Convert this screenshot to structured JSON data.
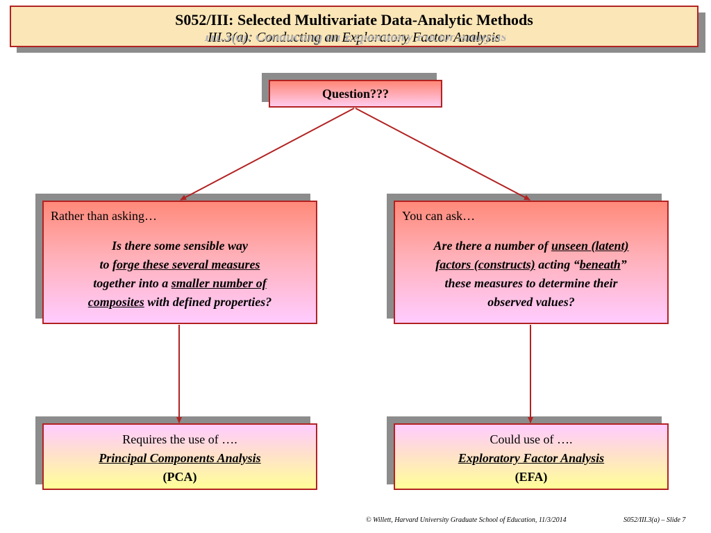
{
  "header": {
    "title": "S052/III: Selected Multivariate Data-Analytic Methods",
    "subtitle": "III.3(a):  Conducting an Exploratory Factor Analysis"
  },
  "question": {
    "label": "Question???"
  },
  "left": {
    "lead": "Rather than asking…",
    "q1": "Is there some sensible way",
    "q2_pre": "to ",
    "q2_u": "forge these several measures",
    "q3_pre": "together into a ",
    "q3_u": "smaller number of",
    "q4_u": "composites",
    "q4_post": " with defined properties?"
  },
  "right": {
    "lead": "You can ask…",
    "q1_pre": "Are there a number of ",
    "q1_u": "unseen (latent)",
    "q2_u": "factors (constructs)",
    "q2_mid": " acting “",
    "q2_u2": "beneath",
    "q2_post": "”",
    "q3": "these measures to determine their",
    "q4": "observed values?"
  },
  "bottom_left": {
    "intro": "Requires the use of ….",
    "method": "Principal Components Analysis",
    "abbr": "(PCA)"
  },
  "bottom_right": {
    "intro": "Could use of ….",
    "method": "Exploratory Factor Analysis",
    "abbr": "(EFA)"
  },
  "footer": {
    "copyright": "© Willett, Harvard University Graduate School of Education, 11/3/2014",
    "slide": "S052/III.3(a) – Slide 7"
  },
  "colors": {
    "border": "#b22222",
    "arrow": "#b22222",
    "shadow": "#8c8c8c"
  }
}
